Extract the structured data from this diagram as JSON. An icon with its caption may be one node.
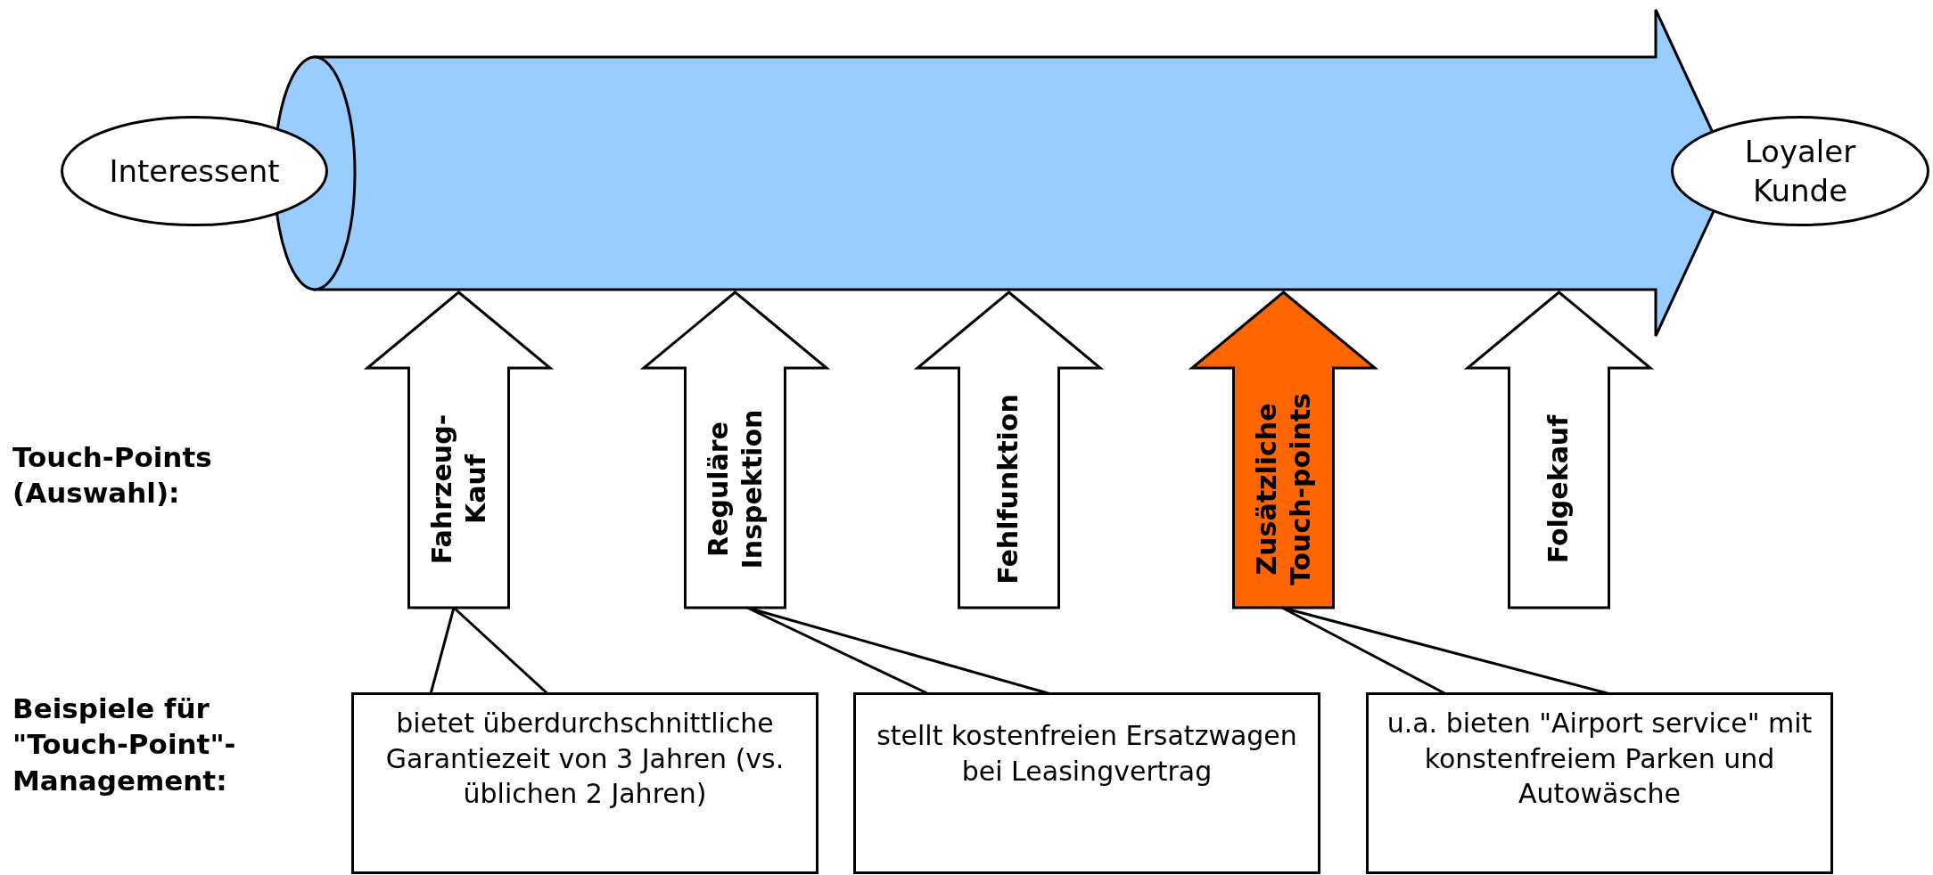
{
  "diagram": {
    "nodes": [
      {
        "text": [
          "Interessent"
        ]
      },
      {
        "text": [],
        "shape": "arrow"
      },
      {
        "text": [
          "Loyaler Kunde"
        ]
      },
      {
        "text": [
          "Fahrzeug-Kauf"
        ]
      },
      {
        "text": [
          "Reguläre Inspektion"
        ]
      },
      {
        "text": [
          "Fehlfunktion"
        ]
      },
      {
        "text": [
          "Zusätzliche Touch-points"
        ]
      },
      {
        "text": [
          "Folgekauf"
        ]
      },
      {
        "text": [
          "bietet überdurchschnittliche Garantiezeit von 3 Jahren (vs. üblichen 2 Jahren)"
        ]
      },
      {
        "text": [
          "stellt kostenfreien Ersatzwagen bei Leasingvertrag"
        ]
      },
      {
        "text": [
          "u.a. bieten \"Airport service\" mit konstenfreiem Parken und Autowäsche"
        ]
      }
    ],
    "edges": [
      {
        "from": 8,
        "to": 3,
        "arrow": "none"
      },
      {
        "from": 9,
        "to": 4,
        "arrow": "none"
      },
      {
        "from": 10,
        "to": 6,
        "arrow": "none"
      }
    ],
    "labels": [
      "Touch-Points (Auswahl):",
      "Beispiele für \"Touch-Point\"-Management:"
    ]
  }
}
